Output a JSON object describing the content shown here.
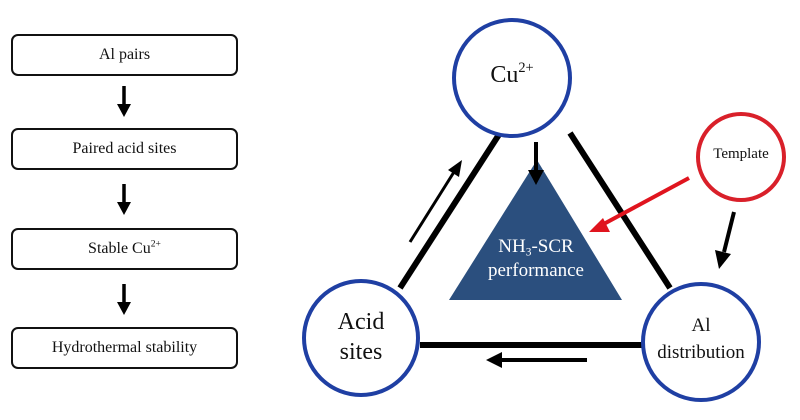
{
  "flowchart": {
    "steps": [
      {
        "text": "Al pairs"
      },
      {
        "text": "Paired acid sites"
      },
      {
        "text": "Stable Cu",
        "sup": "2+"
      },
      {
        "text": "Hydrothermal stability"
      }
    ]
  },
  "triangle": {
    "top_node": {
      "text": "Cu",
      "sup": "2+"
    },
    "left_node": {
      "line1": "Acid",
      "line2": "sites"
    },
    "right_node": {
      "line1": "Al",
      "line2": "distribution"
    },
    "center": {
      "pre": "NH",
      "sub": "3",
      "post": "-SCR",
      "line2": "performance"
    },
    "template_node": {
      "text": "Template"
    }
  },
  "colors": {
    "node_border": "#1f3fa3",
    "center_fill": "#2b4f7e",
    "template_border": "#d9202a",
    "template_arrow": "#e0141e",
    "edge": "#000000"
  }
}
